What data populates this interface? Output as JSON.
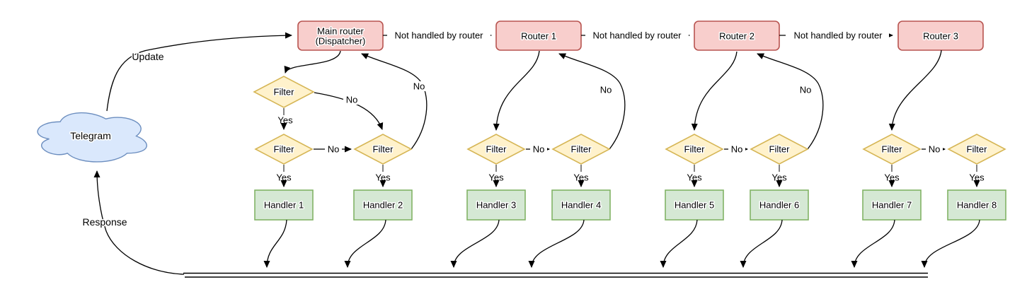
{
  "nodes": {
    "telegram": "Telegram",
    "routers": [
      {
        "line1": "Main router",
        "line2": "(Dispatcher)"
      },
      {
        "line1": "Router 1"
      },
      {
        "line1": "Router 2"
      },
      {
        "line1": "Router 3"
      }
    ],
    "filter": "Filter",
    "handlers": [
      "Handler 1",
      "Handler 2",
      "Handler 3",
      "Handler 4",
      "Handler 5",
      "Handler 6",
      "Handler 7",
      "Handler 8"
    ]
  },
  "edges": {
    "update": "Update",
    "response": "Response",
    "not_handled": "Not handled by router",
    "yes": "Yes",
    "no": "No"
  },
  "colors": {
    "router_fill": "#f8cecc",
    "router_stroke": "#b85450",
    "filter_fill": "#fff2cc",
    "filter_stroke": "#d6b656",
    "handler_fill": "#d5e8d4",
    "handler_stroke": "#82b366",
    "cloud_fill": "#dae8fc",
    "cloud_stroke": "#6c8ebf",
    "edge": "#000000",
    "stub": "#666666",
    "label_bg": "#ffffff"
  }
}
